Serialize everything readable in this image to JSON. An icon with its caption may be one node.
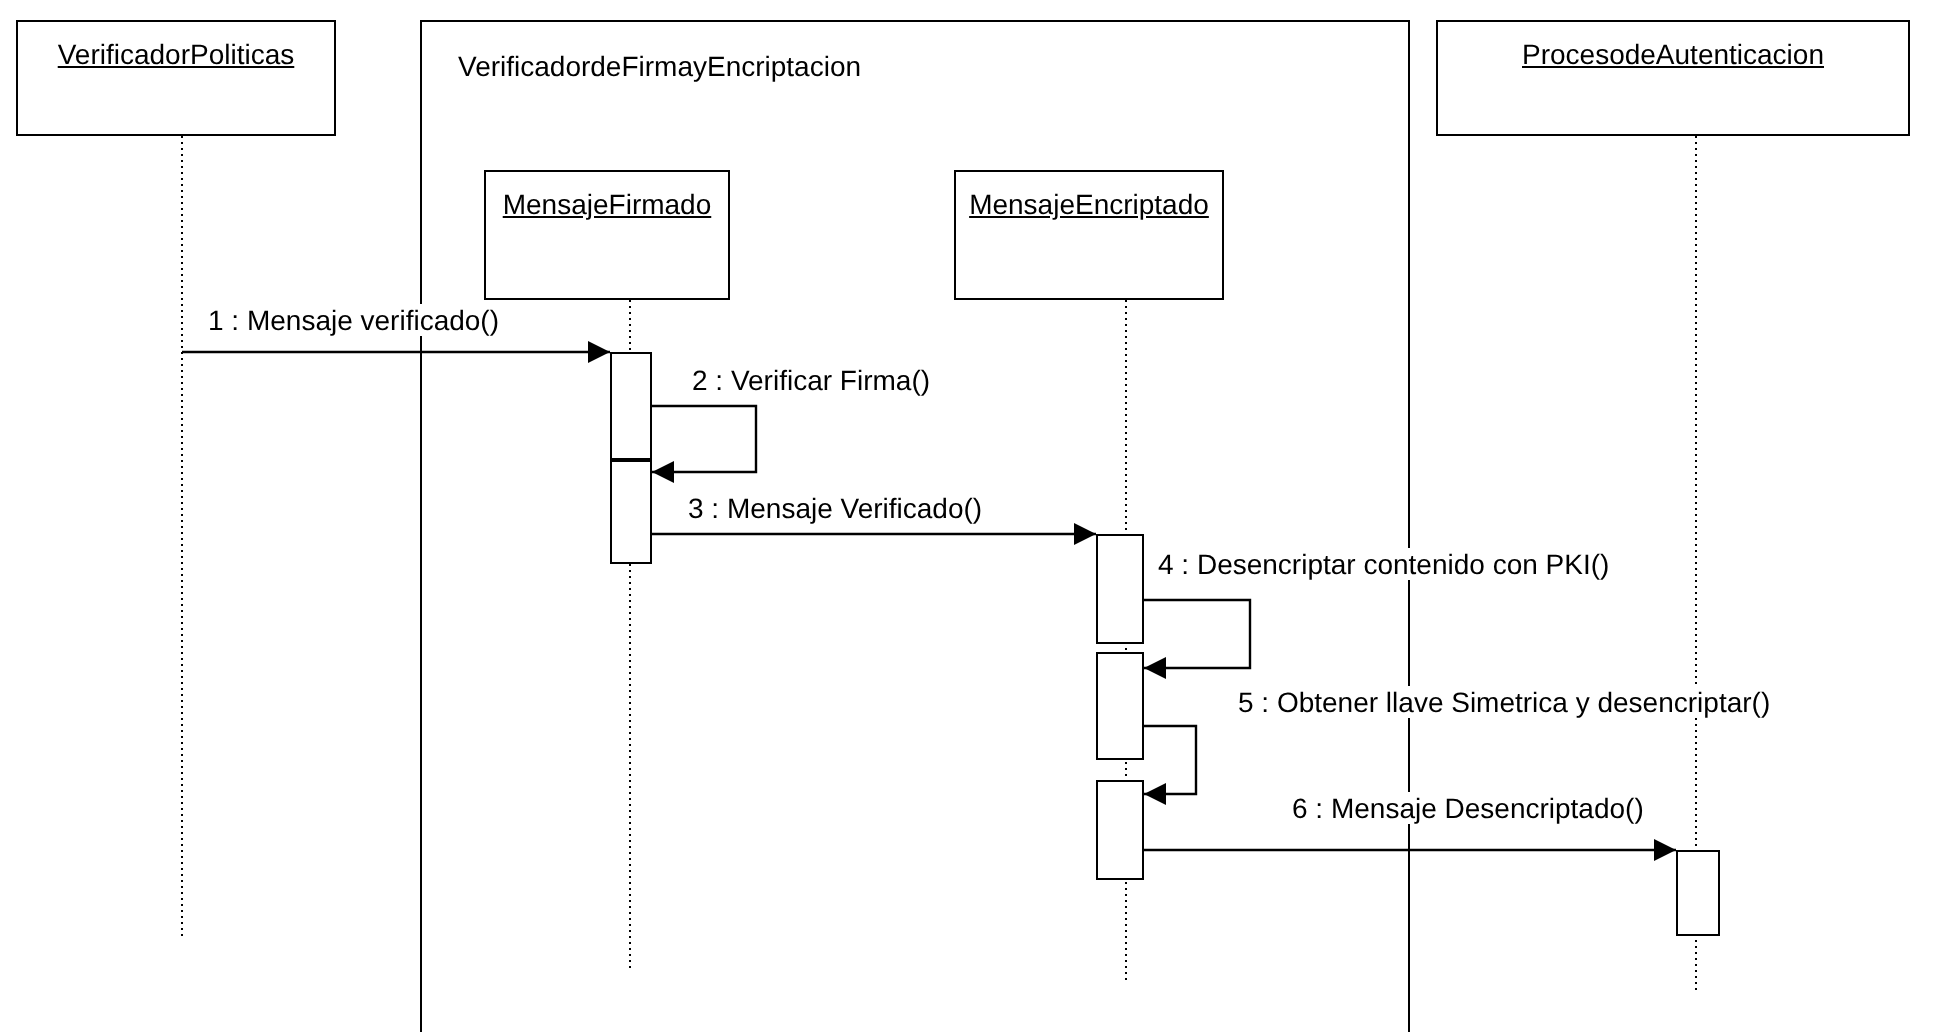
{
  "diagram": {
    "nodes": [
      {
        "text": [
          "VerificadorPoliticas"
        ]
      },
      {
        "text": [
          "VerificadordeFirmayEncriptacion"
        ]
      },
      {
        "text": [
          "MensajeFirmado"
        ],
        "in": 1
      },
      {
        "text": [
          "MensajeEncriptado"
        ],
        "in": 1
      },
      {
        "text": [
          "ProcesodeAutenticacion"
        ]
      },
      {
        "text": [],
        "shape": "bar",
        "in": 1
      },
      {
        "text": [],
        "shape": "bar",
        "in": 1
      },
      {
        "text": [],
        "shape": "bar",
        "in": 1
      },
      {
        "text": [],
        "shape": "bar",
        "in": 1
      },
      {
        "text": [],
        "shape": "bar",
        "in": 1
      },
      {
        "text": [],
        "shape": "bar"
      }
    ],
    "edges": [
      {
        "from": null,
        "to": 5,
        "arrow": "to",
        "label": "1 : Mensaje verificado()"
      },
      {
        "from": 5,
        "to": 6,
        "arrow": "to",
        "label": "2 : Verificar Firma()"
      },
      {
        "from": 6,
        "to": 7,
        "arrow": "to",
        "label": "3 : Mensaje Verificado()"
      },
      {
        "from": 7,
        "to": 8,
        "arrow": "to",
        "label": "4 : Desencriptar contenido con PKI()"
      },
      {
        "from": 8,
        "to": 9,
        "arrow": "to",
        "label": "5 : Obtener llave Simetrica y desencriptar()"
      },
      {
        "from": 9,
        "to": 10,
        "arrow": "to",
        "label": "6 : Mensaje Desencriptado()"
      }
    ]
  }
}
